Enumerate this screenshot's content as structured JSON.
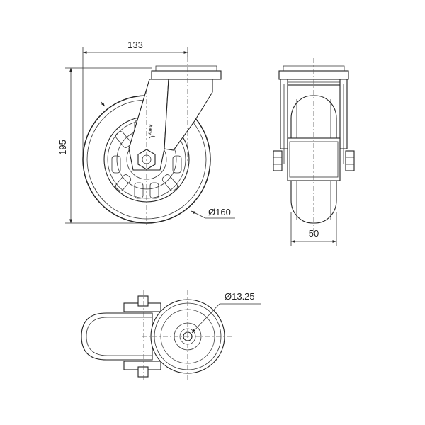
{
  "dimensions": {
    "width": "133",
    "height": "195",
    "wheel_diameter": "Ø160",
    "wheel_width": "50",
    "hole_diameter": "Ø13.25"
  },
  "brand": {
    "text": "mex"
  },
  "colors": {
    "line": "#222222",
    "background": "#ffffff"
  }
}
